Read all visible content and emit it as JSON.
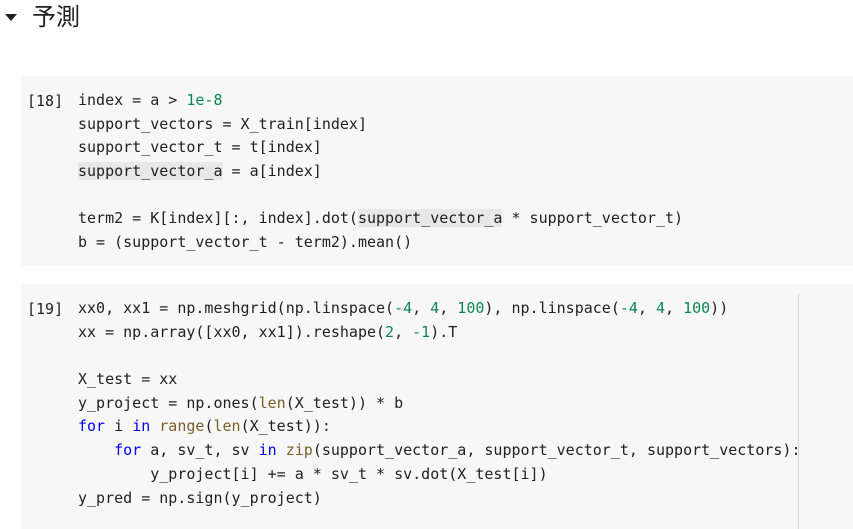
{
  "section": {
    "title": "予測"
  },
  "cells": [
    {
      "exec_count": "[18]",
      "lines": [
        [
          [
            "index = a > ",
            "t"
          ],
          [
            "1e-8",
            "num"
          ]
        ],
        [
          [
            "support_vectors = X_train[index]",
            "t"
          ]
        ],
        [
          [
            "support_vector_t = t[index]",
            "t"
          ]
        ],
        [
          [
            "support_vector_a",
            "hl"
          ],
          [
            " = a[index]",
            "t"
          ]
        ],
        [],
        [
          [
            "term2 = K[index][:, index].dot(",
            "t"
          ],
          [
            "support_vector_a",
            "hl"
          ],
          [
            " * support_vector_t)",
            "t"
          ]
        ],
        [
          [
            "b = (support_vector_t - term2).mean()",
            "t"
          ]
        ]
      ]
    },
    {
      "exec_count": "[19]",
      "lines": [
        [
          [
            "xx0, xx1 = np.meshgrid(np.linspace(",
            "t"
          ],
          [
            "-4",
            "num"
          ],
          [
            ", ",
            "t"
          ],
          [
            "4",
            "num"
          ],
          [
            ", ",
            "t"
          ],
          [
            "100",
            "num"
          ],
          [
            "), np.linspace(",
            "t"
          ],
          [
            "-4",
            "num"
          ],
          [
            ", ",
            "t"
          ],
          [
            "4",
            "num"
          ],
          [
            ", ",
            "t"
          ],
          [
            "100",
            "num"
          ],
          [
            "))",
            "t"
          ]
        ],
        [
          [
            "xx = np.array([xx0, xx1]).reshape(",
            "t"
          ],
          [
            "2",
            "num"
          ],
          [
            ", ",
            "t"
          ],
          [
            "-1",
            "num"
          ],
          [
            ").T",
            "t"
          ]
        ],
        [],
        [
          [
            "X_test = xx",
            "t"
          ]
        ],
        [
          [
            "y_project = np.ones(",
            "t"
          ],
          [
            "len",
            "bi"
          ],
          [
            "(X_test)) * b",
            "t"
          ]
        ],
        [
          [
            "for",
            "kw"
          ],
          [
            " i ",
            "t"
          ],
          [
            "in",
            "kw"
          ],
          [
            " ",
            "t"
          ],
          [
            "range",
            "bi"
          ],
          [
            "(",
            "t"
          ],
          [
            "len",
            "bi"
          ],
          [
            "(X_test)):",
            "t"
          ]
        ],
        [
          [
            "    ",
            "t"
          ],
          [
            "for",
            "kw"
          ],
          [
            " a, sv_t, sv ",
            "t"
          ],
          [
            "in",
            "kw"
          ],
          [
            " ",
            "t"
          ],
          [
            "zip",
            "bi"
          ],
          [
            "(support_vector_a, support_vector_t, support_vectors):",
            "t"
          ]
        ],
        [
          [
            "        y_project[i] += a * sv_t * sv.dot(X_test[i])",
            "t"
          ]
        ],
        [
          [
            "y_pred = np.sign(y_project)",
            "t"
          ]
        ]
      ]
    }
  ]
}
